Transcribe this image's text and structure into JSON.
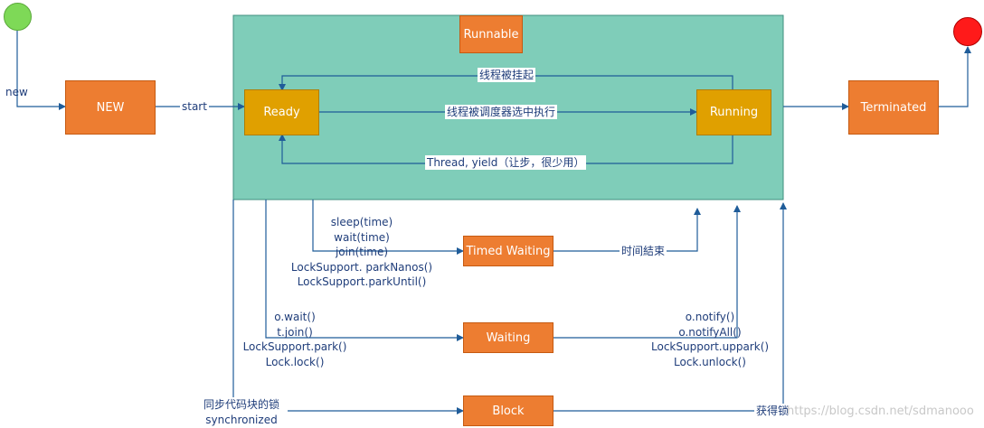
{
  "states": {
    "start": {
      "color": "#7ed957"
    },
    "end": {
      "color": "#ff1a1a"
    },
    "new": "NEW",
    "runnable": "Runnable",
    "ready": "Ready",
    "running": "Running",
    "terminated": "Terminated",
    "timed_waiting": "Timed Waiting",
    "waiting": "Waiting",
    "block": "Block"
  },
  "colors": {
    "runnable_bg": "#7fcdb9",
    "state_box": "#ed7d31",
    "inner_box": "#e0a000",
    "arrow": "#1f5c99"
  },
  "labels": {
    "new": "new",
    "start": "start",
    "suspended": "线程被挂起",
    "scheduled": "线程被调度器选中执行",
    "yield": "Thread, yield（让步，很少用）",
    "time_end": "时间結束",
    "lock_acquired": "获得锁"
  },
  "timed_waiting_methods": [
    "sleep(time)",
    "wait(time)",
    "join(time)",
    "LockSupport. parkNanos()",
    "LockSupport.parkUntil()"
  ],
  "waiting_methods": [
    "o.wait()",
    "t.join()",
    "LockSupport.park()",
    "Lock.lock()"
  ],
  "notify_methods": [
    "o.notify()",
    "o.notifyAll()",
    "LockSupport.uppark()",
    "Lock.unlock()"
  ],
  "block_methods": [
    "同步代码块的锁",
    "synchronized"
  ],
  "watermark": "https://blog.csdn.net/sdmanooo"
}
